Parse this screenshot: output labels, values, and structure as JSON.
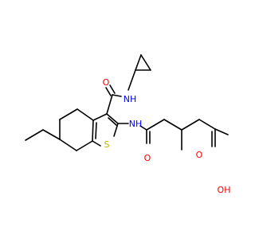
{
  "atoms": {
    "amide_o_top": {
      "text": "O",
      "color": "#ff0000"
    },
    "amide_nh_top": {
      "text": "NH",
      "color": "#0000ff"
    },
    "ring_s": {
      "text": "S",
      "color": "#b8b800"
    },
    "amide_nh_mid": {
      "text": "NH",
      "color": "#0000ff"
    },
    "amide_o_mid": {
      "text": "O",
      "color": "#ff0000"
    },
    "acid_o": {
      "text": "O",
      "color": "#ff0000"
    },
    "acid_oh": {
      "text": "OH",
      "color": "#ff0000"
    }
  }
}
